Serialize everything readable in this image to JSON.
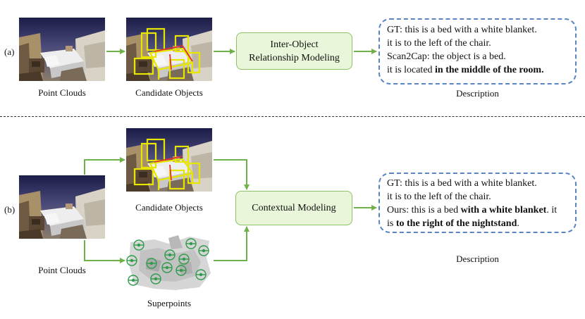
{
  "panel_a": {
    "tag": "(a)",
    "point_clouds_label": "Point Clouds",
    "candidate_objects_label": "Candidate Objects",
    "module_line1": "Inter-Object",
    "module_line2": "Relationship Modeling",
    "desc_line1": "GT: this is a bed with a white blanket.",
    "desc_line2": "it is to the left of the chair.",
    "desc_line3": "Scan2Cap: the object is a bed.",
    "desc_line4_plain": "it is located ",
    "desc_line4_bold": "in the middle of the room",
    "desc_line4_end": ".",
    "description_label": "Description"
  },
  "panel_b": {
    "tag": "(b)",
    "point_clouds_label": "Point Clouds",
    "candidate_objects_label": "Candidate Objects",
    "superpoints_label": "Superpoints",
    "module_label": "Contextual Modeling",
    "desc_line1": "GT: this is a bed with a white blanket.",
    "desc_line2": "it is to the left of the chair.",
    "desc_line3_plain": "Ours: this is a bed ",
    "desc_line3_bold": "with a white blanket",
    "desc_line3_end": ". it",
    "desc_line4_plain": "is ",
    "desc_line4_bold": "to the right of the nightstand",
    "desc_line4_end": ".",
    "description_label": "Description"
  },
  "colors": {
    "arrow": "#6fb24a",
    "module_fill": "#e9f6d9",
    "module_border": "#8cc266",
    "desc_border": "#5a84c4",
    "bbox": "#e6e600",
    "relation": "#e03030",
    "superpoint_marker": "#2e9c4a"
  }
}
